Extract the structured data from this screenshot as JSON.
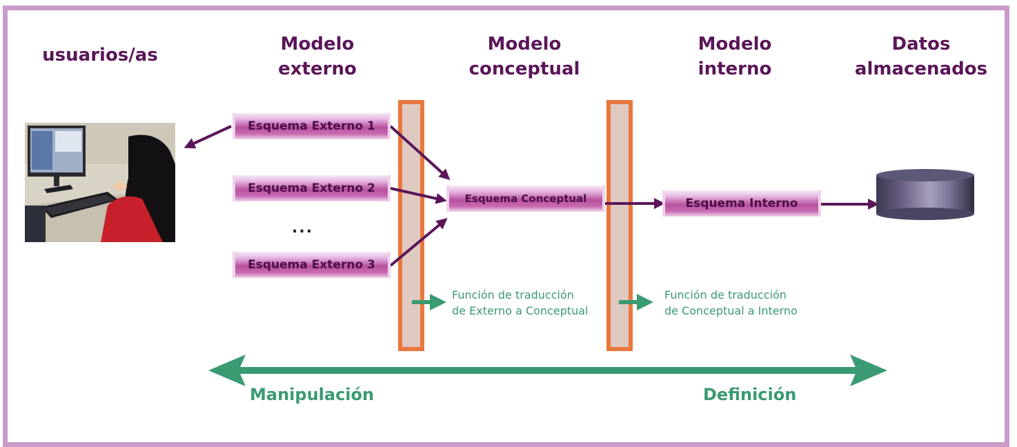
{
  "headers": {
    "users": "usuarios/as",
    "external": [
      "Modelo",
      "externo"
    ],
    "conceptual": [
      "Modelo",
      "conceptual"
    ],
    "internal": [
      "Modelo",
      "interno"
    ],
    "stored": [
      "Datos",
      "almacenados"
    ]
  },
  "schemas": {
    "external_1": "Esquema Externo 1",
    "external_2": "Esquema Externo 2",
    "external_3": "Esquema Externo 3",
    "conceptual": "Esquema Conceptual",
    "internal": "Esquema Interno"
  },
  "ellipsis": "...",
  "notes": {
    "ext_to_conc": [
      "Función de traducción",
      "de Externo a Conceptual"
    ],
    "conc_to_int": [
      "Función de traducción",
      "de Conceptual a Interno"
    ]
  },
  "bottom": {
    "left": "Manipulación",
    "right": "Definición"
  },
  "colors": {
    "header": "#5a1658",
    "arrow": "#5a1658",
    "green": "#3a9a72",
    "frame": "#c89bc8",
    "bar_border": "#e8783e",
    "bar_fill": "#e0c9c0"
  },
  "icons": {
    "users_photo": "person-at-computer-image",
    "database": "database-cylinder-icon"
  }
}
